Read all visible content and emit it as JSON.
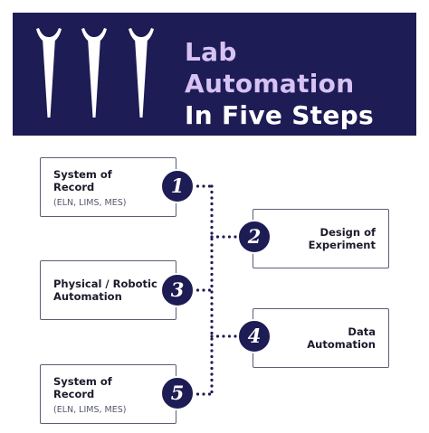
{
  "header": {
    "title_line1": "Lab",
    "title_line2": "Automation",
    "title_line3": "In Five Steps"
  },
  "colors": {
    "banner": "#1e1c55",
    "title_accent": "#d7c2f4",
    "title_white": "#ffffff",
    "badge": "#1e1c55",
    "box_border": "#5a5f74"
  },
  "icons": [
    "pipette-tip-icon",
    "pipette-tip-icon",
    "pipette-tip-icon"
  ],
  "steps": [
    {
      "number": "1",
      "name_line1": "System of",
      "name_line2": "Record",
      "sub": "(ELN, LIMS, MES)"
    },
    {
      "number": "2",
      "name_line1": "Design of",
      "name_line2": "Experiment",
      "sub": ""
    },
    {
      "number": "3",
      "name_line1": "Physical / Robotic",
      "name_line2": "Automation",
      "sub": ""
    },
    {
      "number": "4",
      "name_line1": "Data",
      "name_line2": "Automation",
      "sub": ""
    },
    {
      "number": "5",
      "name_line1": "System of",
      "name_line2": "Record",
      "sub": "(ELN, LIMS, MES)"
    }
  ]
}
